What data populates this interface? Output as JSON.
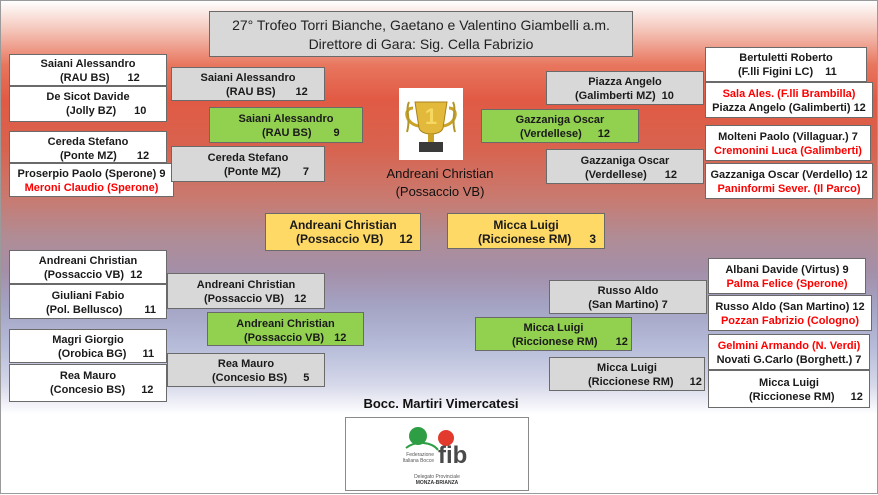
{
  "header": {
    "line1": "27° Trofeo Torri Bianche, Gaetano e Valentino Giambelli a.m.",
    "line2": "Direttore di Gara: Sig. Cella Fabrizio"
  },
  "left": {
    "r1": [
      {
        "a": "Saiani Alessandro",
        "b": "(RAU BS)",
        "s": "12"
      },
      {
        "a": "De Sicot Davide",
        "b": "(Jolly BZ)",
        "s": "10"
      },
      {
        "a": "Cereda Stefano",
        "b": "(Ponte MZ)",
        "s": "12"
      },
      {
        "a": "Proserpio Paolo (Sperone) 9",
        "b": "Meroni Claudio (Sperone)"
      },
      {
        "a": "Andreani Christian",
        "b": "(Possaccio VB)",
        "s": "12"
      },
      {
        "a": "Giuliani Fabio",
        "b": "(Pol. Bellusco)",
        "s": "11"
      },
      {
        "a": "Magri Giorgio",
        "b": "(Orobica BG)",
        "s": "11"
      },
      {
        "a": "Rea Mauro",
        "b": "(Concesio BS)",
        "s": "12"
      }
    ],
    "r2": [
      {
        "a": "Saiani Alessandro",
        "b": "(RAU BS)",
        "s": "12"
      },
      {
        "a": "Cereda Stefano",
        "b": "(Ponte MZ)",
        "s": "7"
      },
      {
        "a": "Andreani Christian",
        "b": "(Possaccio VB)",
        "s": "12"
      },
      {
        "a": "Rea Mauro",
        "b": "(Concesio BS)",
        "s": "5"
      }
    ],
    "r3": [
      {
        "a": "Saiani Alessandro",
        "b": "(RAU BS)",
        "s": "9"
      },
      {
        "a": "Andreani Christian",
        "b": "(Possaccio VB)",
        "s": "12"
      }
    ],
    "final": {
      "a": "Andreani Christian",
      "b": "(Possaccio VB)",
      "s": "12"
    }
  },
  "right": {
    "r1": [
      {
        "a": "Bertuletti Roberto",
        "b": "(F.lli Figini LC)",
        "s": "11"
      },
      {
        "a": "Sala Ales. (F.lli Brambilla)",
        "b": "Piazza Angelo (Galimberti) 12"
      },
      {
        "a": "Molteni Paolo (Villaguar.) 7",
        "b": "Cremonini Luca (Galimberti)"
      },
      {
        "a": "Gazzaniga Oscar (Verdello) 12",
        "b": "Paninformi Sever. (Il Parco)"
      },
      {
        "a": "Albani Davide (Virtus) 9",
        "b": "Palma Felice (Sperone)"
      },
      {
        "a": "Russo Aldo (San Martino) 12",
        "b": "Pozzan Fabrizio (Cologno)"
      },
      {
        "a": "Gelmini Armando (N. Verdi)",
        "b": "Novati G.Carlo (Borghett.) 7"
      },
      {
        "a": "Micca Luigi",
        "b": "(Riccionese RM)",
        "s": "12"
      }
    ],
    "r2": [
      {
        "a": "Piazza Angelo",
        "b": "(Galimberti MZ)",
        "s": "10"
      },
      {
        "a": "Gazzaniga Oscar",
        "b": "(Verdellese)",
        "s": "12"
      },
      {
        "a": "Russo Aldo",
        "b": "(San Martino) 7"
      },
      {
        "a": "Micca Luigi",
        "b": "(Riccionese RM)",
        "s": "12"
      }
    ],
    "r3": [
      {
        "a": "Gazzaniga Oscar",
        "b": "(Verdellese)",
        "s": "12"
      },
      {
        "a": "Micca Luigi",
        "b": "(Riccionese RM)",
        "s": "12"
      }
    ],
    "final": {
      "a": "Micca Luigi",
      "b": "(Riccionese RM)",
      "s": "3"
    }
  },
  "champion": {
    "name": "Andreani Christian",
    "club": "(Possaccio VB)"
  },
  "venue": "Bocc. Martiri Vimercatesi",
  "logo": {
    "brand": "fib",
    "line1": "Federazione",
    "line2": "Italiana Bocce",
    "line3": "Delegato Provinciale",
    "line4": "MONZA-BRIANZA"
  },
  "colors": {
    "winner_green": "#92d050",
    "final_yellow": "#ffd966",
    "loser_red": "#ff0000"
  }
}
